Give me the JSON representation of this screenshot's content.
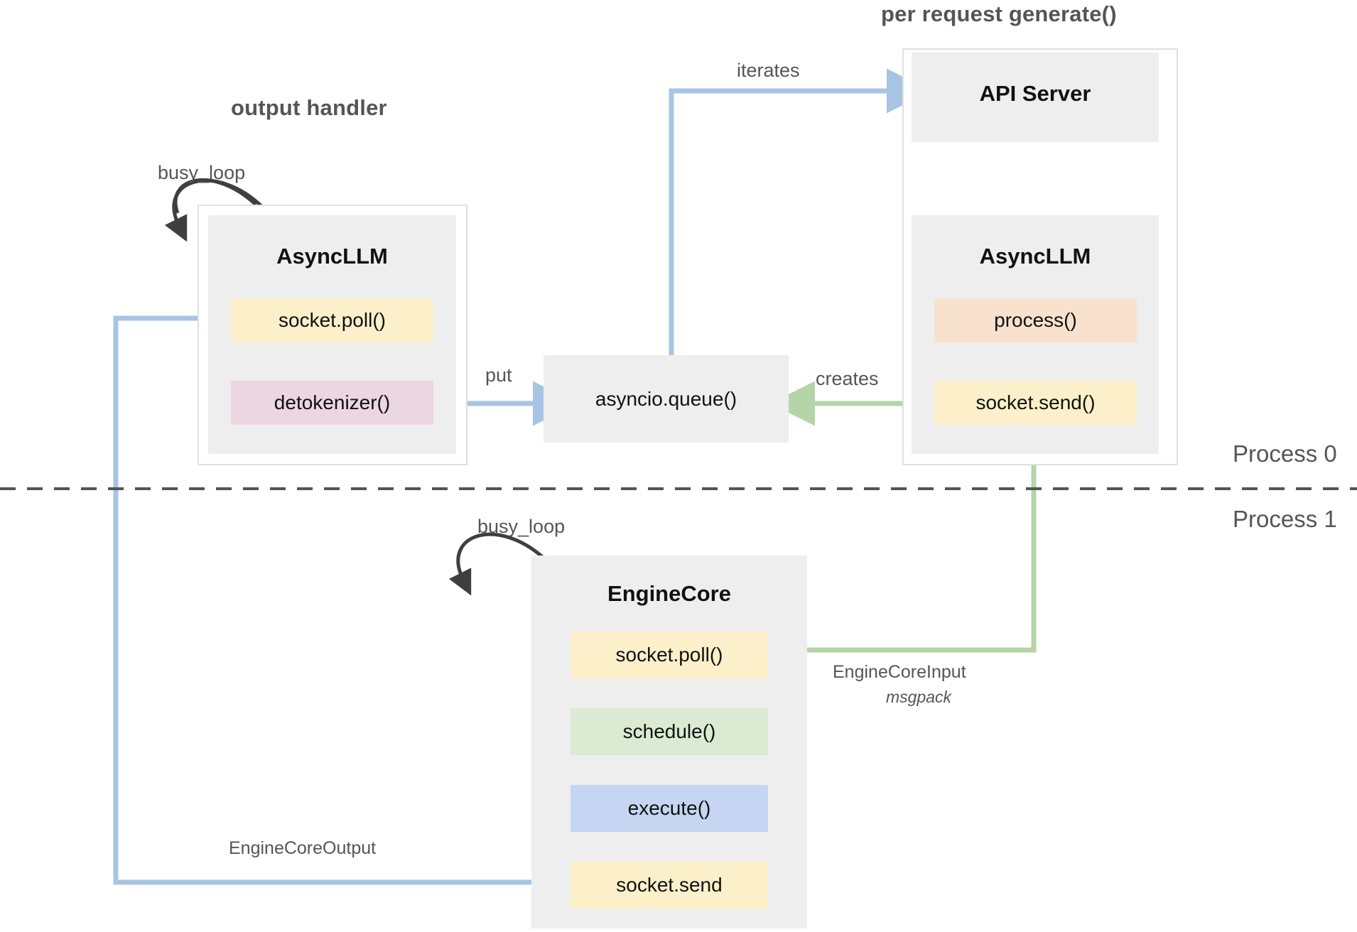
{
  "groups": {
    "output_handler_title": "output handler",
    "per_request_title": "per request generate()"
  },
  "process_labels": {
    "process0": "Process 0",
    "process1": "Process 1"
  },
  "nodes": {
    "async_llm_left": {
      "title": "AsyncLLM",
      "slots": [
        {
          "label": "socket.poll()",
          "color": "#fbf0c9"
        },
        {
          "label": "detokenizer()",
          "color": "#ebd6e2"
        }
      ]
    },
    "api_server": {
      "title": "API Server"
    },
    "async_llm_right": {
      "title": "AsyncLLM",
      "slots": [
        {
          "label": "process()",
          "color": "#f8e2cd"
        },
        {
          "label": "socket.send()",
          "color": "#fbf0c9"
        }
      ]
    },
    "engine_core": {
      "title": "EngineCore",
      "slots": [
        {
          "label": "socket.poll()",
          "color": "#fbf0c9"
        },
        {
          "label": "schedule()",
          "color": "#dbead2"
        },
        {
          "label": "execute()",
          "color": "#c6d6f2"
        },
        {
          "label": "socket.send",
          "color": "#fbf0c9"
        }
      ]
    },
    "asyncio_queue": {
      "label": "asyncio.queue()"
    }
  },
  "edges": {
    "busy_loop_left": "busy_loop",
    "busy_loop_core": "busy_loop",
    "iterates": "iterates",
    "put": "put",
    "creates": "creates",
    "engine_core_input": "EngineCoreInput",
    "engine_core_input_sub": "msgpack",
    "engine_core_output": "EngineCoreOutput"
  },
  "colors": {
    "blue_arrow": "#a8c4e5",
    "green_arrow": "#b5d4a7",
    "black_arrow": "#3f3f3f",
    "node_bg": "#eeeeee",
    "panel_border": "#e0e0e0",
    "divider": "#555555"
  }
}
